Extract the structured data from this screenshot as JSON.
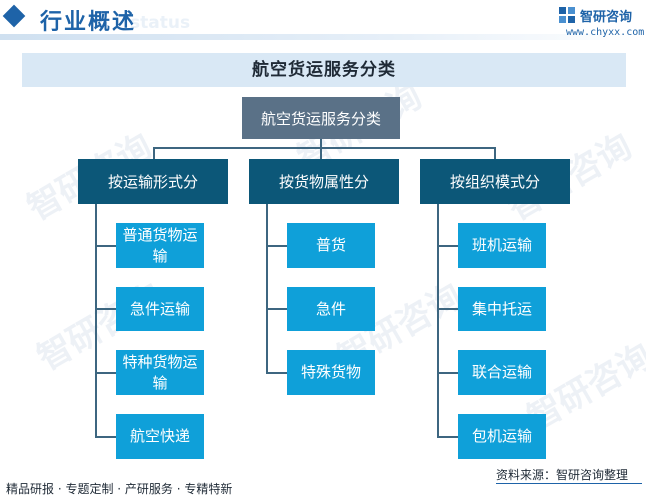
{
  "header": {
    "title": "行业概述",
    "ghost_text": "status",
    "brand_name": "智研咨询",
    "site": "www.chyxx.com"
  },
  "banner": {
    "title": "航空货运服务分类"
  },
  "diagram": {
    "root": "航空货运服务分类",
    "categories": [
      {
        "label": "按运输形式分",
        "items": [
          "普通货物运输",
          "急件运输",
          "特种货物运输",
          "航空快递"
        ]
      },
      {
        "label": "按货物属性分",
        "items": [
          "普货",
          "急件",
          "特殊货物"
        ]
      },
      {
        "label": "按组织模式分",
        "items": [
          "班机运输",
          "集中托运",
          "联合运输",
          "包机运输"
        ]
      }
    ]
  },
  "watermark": "智研咨询",
  "footer": {
    "left": "精品研报 · 专题定制 · 产研服务 · 专精特新",
    "right": "资料来源：智研咨询整理"
  },
  "colors": {
    "brand": "#1e63a8",
    "root": "#5a7187",
    "category": "#0c5778",
    "leaf": "#0fa0d9",
    "banner": "#d9e8f5"
  }
}
